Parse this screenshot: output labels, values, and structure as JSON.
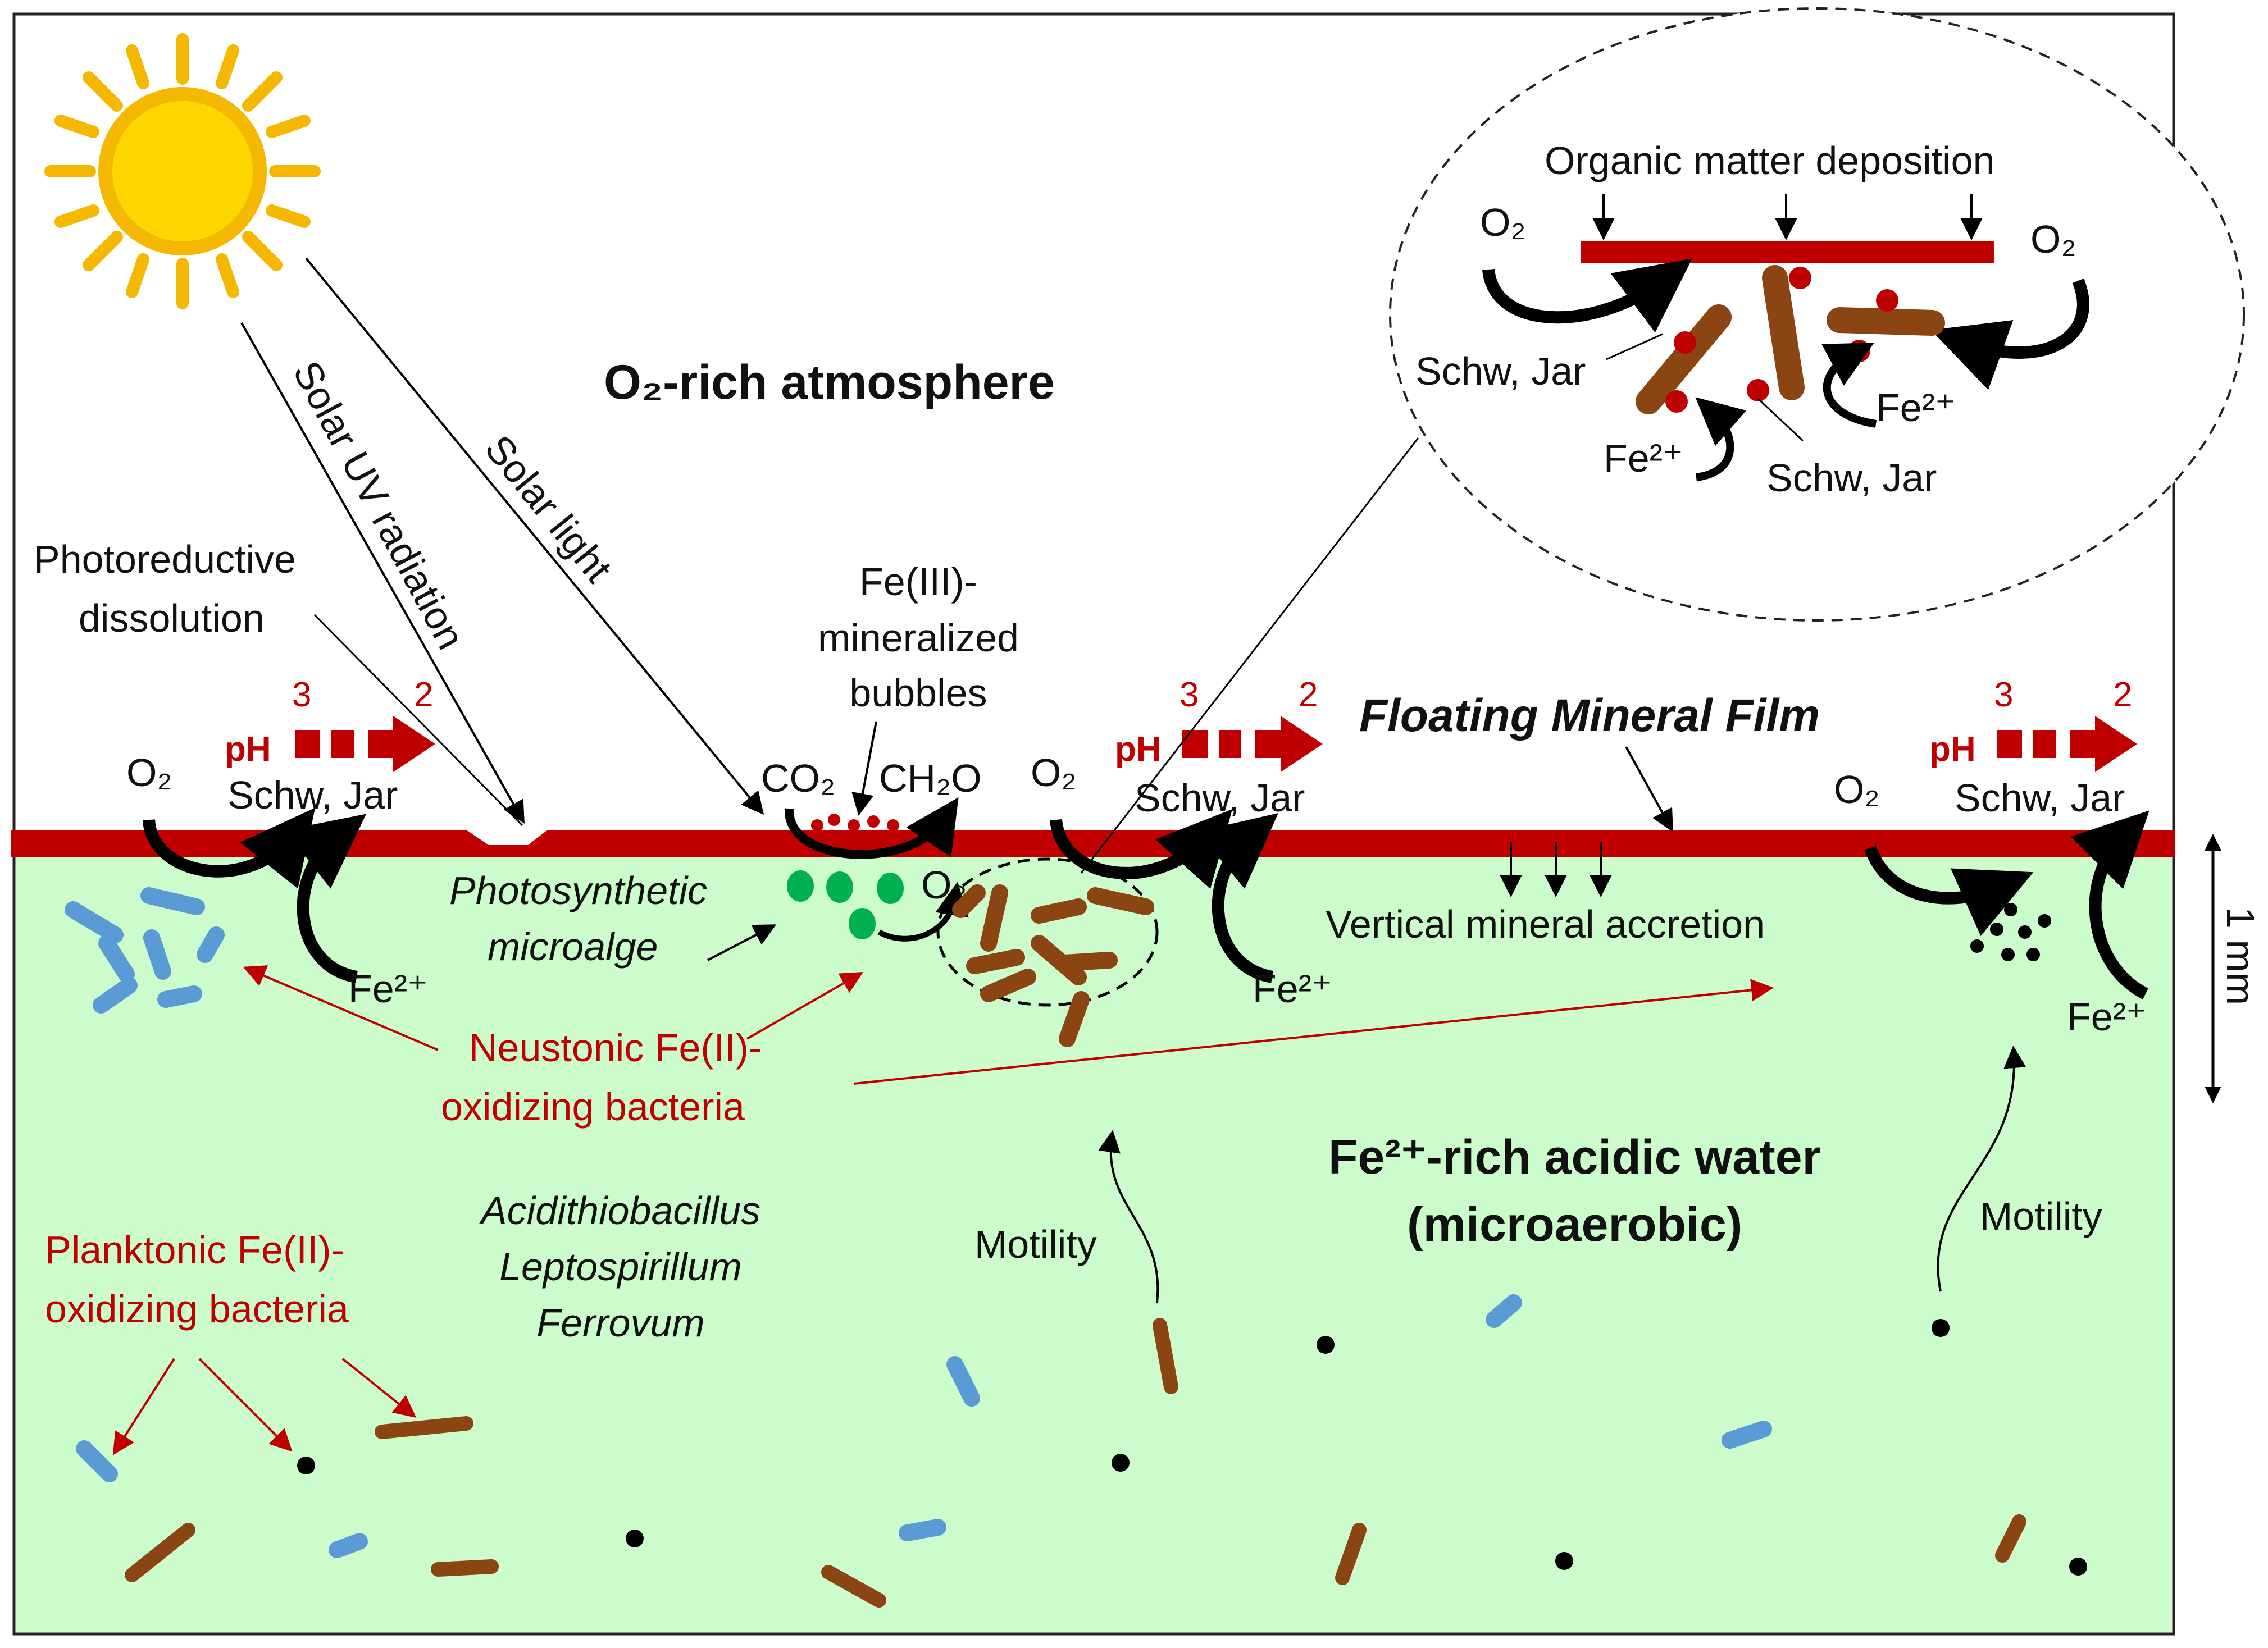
{
  "labels": {
    "atmosphere": "O₂-rich atmosphere",
    "solar_uv": "Solar UV radiation",
    "solar_light": "Solar light",
    "photoreductive": [
      "Photoreductive",
      "dissolution"
    ],
    "fe3_bubbles": [
      "Fe(III)-",
      "mineralized",
      "bubbles"
    ],
    "floating_film": "Floating Mineral Film",
    "photosynthetic": [
      "Photosynthetic",
      "microalge"
    ],
    "vertical_accretion": "Vertical mineral accretion",
    "neustonic": [
      "Neustonic Fe(II)-",
      "oxidizing bacteria"
    ],
    "planktonic": [
      "Planktonic Fe(II)-",
      "oxidizing bacteria"
    ],
    "genera": [
      "Acidithiobacillus",
      "Leptospirillum",
      "Ferrovum"
    ],
    "water": [
      "Fe²⁺-rich acidic water",
      "(microaerobic)"
    ],
    "motility": "Motility",
    "scale": "1 mm",
    "ph": "pH",
    "ph_from": "3",
    "ph_to": "2",
    "o2": "O₂",
    "fe2": "Fe²⁺",
    "schw_jar": "Schw, Jar",
    "co2": "CO₂",
    "ch2o": "CH₂O"
  },
  "inset": {
    "title": "Organic matter deposition",
    "o2": "O₂",
    "schw_jar": "Schw, Jar",
    "fe2": "Fe²⁺"
  },
  "colors": {
    "film": "#c00000",
    "water": "#ccfccc",
    "sun": "#ffd700",
    "rays": "#f5b800",
    "blue_bacteria": "#5b9bd5",
    "brown_bacteria": "#8b4513",
    "algae": "#00b050",
    "annotation": "#c00000"
  }
}
